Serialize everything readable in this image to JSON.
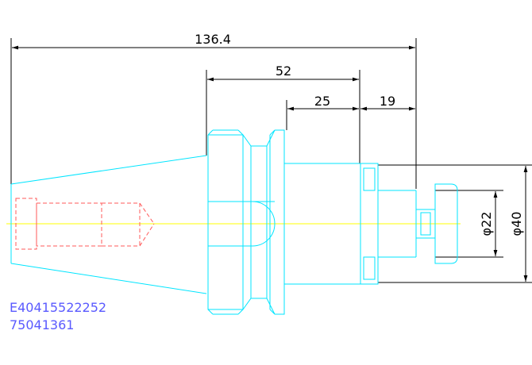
{
  "drawing": {
    "dimensions": {
      "overall_length": "136.4",
      "length_52": "52",
      "length_25": "25",
      "length_19": "19",
      "dia_22": "φ22",
      "dia_40": "φ40"
    },
    "part_numbers": [
      "E40415522252",
      "75041361"
    ],
    "colors": {
      "outline": "#00e5ff",
      "hidden_thread": "#ff5a5a",
      "centerline": "#ffff00",
      "dimension": "#000000",
      "part_number_text": "#5a5aff"
    }
  }
}
